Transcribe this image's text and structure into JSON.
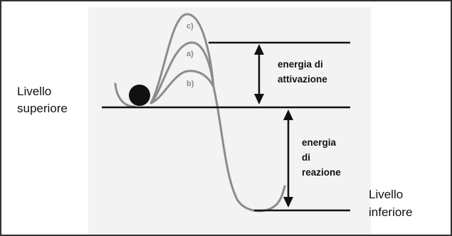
{
  "diagram": {
    "labels": {
      "upper_level": [
        "Livello",
        "superiore"
      ],
      "lower_level": [
        "Livello",
        "inferiore"
      ],
      "activation_energy": [
        "energia di",
        "attivazione"
      ],
      "reaction_energy": [
        "energia",
        "di",
        "reazione"
      ]
    },
    "curves": {
      "a": "a)",
      "b": "b)",
      "c": "c)"
    },
    "colors": {
      "border": "#333333",
      "panel": "#f2f2f2",
      "curve": "#8c8c8c",
      "lines": "#111111",
      "ball": "#111111"
    }
  }
}
